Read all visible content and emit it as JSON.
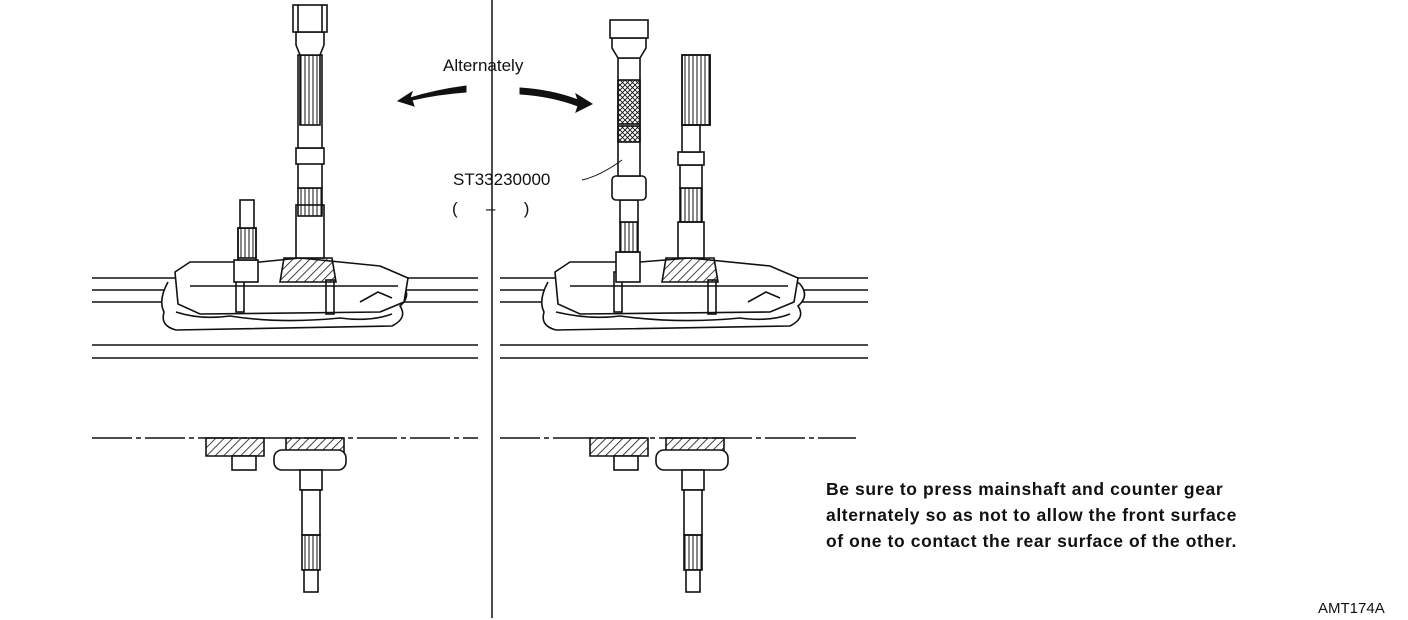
{
  "labels": {
    "direction": "Alternately",
    "tool_number": "ST33230000",
    "tool_paren": "(      –      )",
    "figure_code": "AMT174A"
  },
  "note_lines": [
    "Be sure to press mainshaft and counter gear",
    "alternately so as not to allow the front surface",
    "of one to contact the rear surface of the other."
  ],
  "colors": {
    "ink": "#111111",
    "paper": "#ffffff"
  }
}
